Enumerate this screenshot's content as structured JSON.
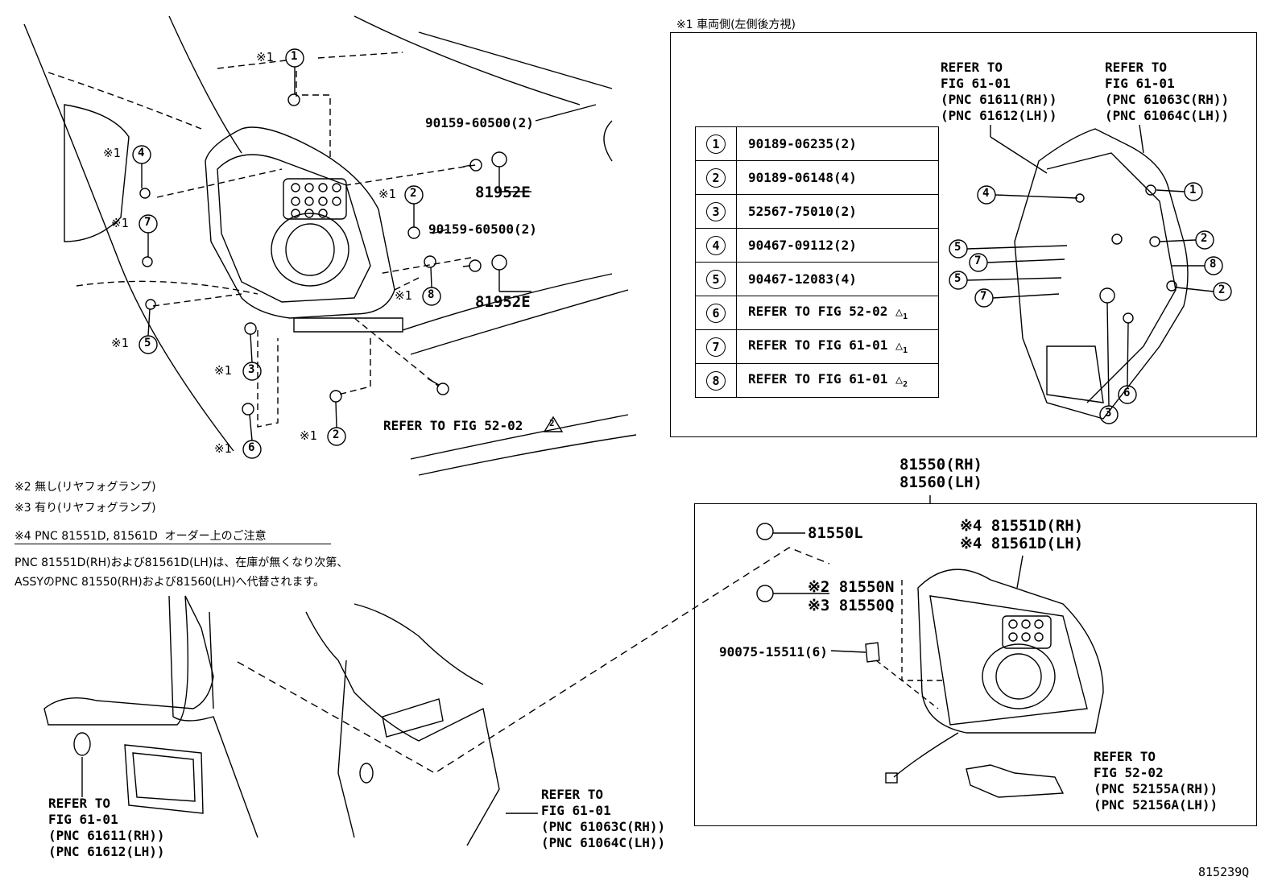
{
  "detail_title": "※1 車両側(左側後方視)",
  "legend": [
    {
      "num": "1",
      "text": "90189-06235(2)",
      "tri": ""
    },
    {
      "num": "2",
      "text": "90189-06148(4)",
      "tri": ""
    },
    {
      "num": "3",
      "text": "52567-75010(2)",
      "tri": ""
    },
    {
      "num": "4",
      "text": "90467-09112(2)",
      "tri": ""
    },
    {
      "num": "5",
      "text": "90467-12083(4)",
      "tri": ""
    },
    {
      "num": "6",
      "text": "REFER TO FIG 52-02",
      "tri": "1"
    },
    {
      "num": "7",
      "text": "REFER TO FIG 61-01",
      "tri": "1"
    },
    {
      "num": "8",
      "text": "REFER TO FIG 61-01",
      "tri": "2"
    }
  ],
  "detail_refs": {
    "left": "REFER TO\nFIG 61-01\n(PNC 61611(RH))\n(PNC 61612(LH))",
    "right": "REFER TO\nFIG 61-01\n(PNC 61063C(RH))\n(PNC 61064C(LH))"
  },
  "callouts": {
    "bolt_a": "90159-60500(2)",
    "bolt_b": "90159-60500(2)",
    "cap_a": "81952E",
    "cap_b": "81952E",
    "ref_5202": "REFER TO FIG 52-02",
    "tri_2": "2",
    "star1": "※1"
  },
  "notes": {
    "n2": "※2 無し(リヤフォグランプ)",
    "n3": "※3 有り(リヤフォグランプ)",
    "n4_title": "※4 PNC 81551D, 81561D  オーダー上のご注意",
    "n4_line1": "PNC 81551D(RH)および81561D(LH)は、在庫が無くなり次第、",
    "n4_line2": "ASSYのPNC 81550(RH)および81560(LH)へ代替されます。"
  },
  "assembly": {
    "header": "81550(RH)\n81560(LH)",
    "bulb": "81550L",
    "fog_n": "※2 81550N",
    "fog_q": "※3 81550Q",
    "lens": "※4 81551D(RH)\n※4 81561D(LH)",
    "grommet": "90075-15511(6)",
    "socket_ref": "REFER TO\nFIG 52-02\n(PNC 52155A(RH))\n(PNC 52156A(LH))"
  },
  "bottom_refs": {
    "left": "REFER TO\nFIG 61-01\n(PNC 61611(RH))\n(PNC 61612(LH))",
    "right": "REFER TO\nFIG 61-01\n(PNC 61063C(RH))\n(PNC 61064C(LH))"
  },
  "figure_code": "815239Q"
}
